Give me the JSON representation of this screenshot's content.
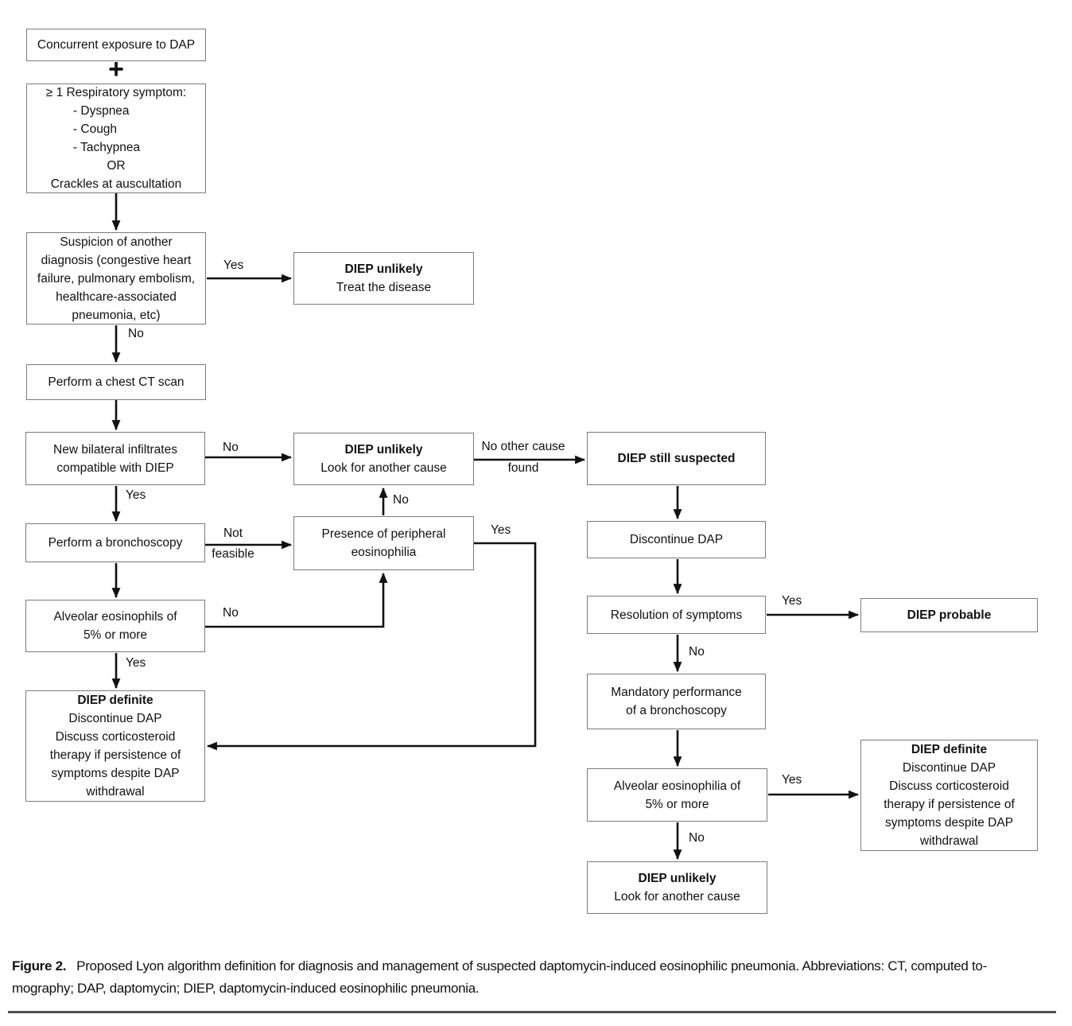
{
  "figure": {
    "label": "Figure 2.",
    "caption_line1": "Proposed Lyon algorithm definition for diagnosis and management of suspected daptomycin-induced eosinophilic pneumonia. Abbreviations: CT, computed to-",
    "caption_line2": "mography; DAP, daptomycin; DIEP, daptomycin-induced eosinophilic pneumonia."
  },
  "plus_sign": "+",
  "nodes": {
    "exposure": {
      "line1": "Concurrent exposure to DAP"
    },
    "respiratory": {
      "header": "≥ 1 Respiratory symptom:",
      "bullet1": "- Dyspnea",
      "bullet2": "- Cough",
      "bullet3": "- Tachypnea",
      "or": "OR",
      "footer": "Crackles at auscultation"
    },
    "suspicion": {
      "line1": "Suspicion of another",
      "line2": "diagnosis (congestive heart",
      "line3": "failure, pulmonary embolism,",
      "line4": "healthcare-associated",
      "line5": "pneumonia, etc)"
    },
    "diep_unlikely_treat": {
      "title": "DIEP unlikely",
      "line1": "Treat the disease"
    },
    "ct_scan": {
      "line1": "Perform a chest CT scan"
    },
    "infiltrates": {
      "line1": "New bilateral infiltrates",
      "line2": "compatible with DIEP"
    },
    "diep_unlikely_look": {
      "title": "DIEP unlikely",
      "line1": "Look for another cause"
    },
    "diep_still_suspected": {
      "title": "DIEP still suspected"
    },
    "bronchoscopy": {
      "line1": "Perform a bronchoscopy"
    },
    "peripheral_eosinophilia": {
      "line1": "Presence of peripheral",
      "line2": "eosinophilia"
    },
    "discontinue_dap": {
      "line1": "Discontinue DAP"
    },
    "alveolar_left": {
      "line1": "Alveolar eosinophils of",
      "line2": "5% or more"
    },
    "resolution": {
      "line1": "Resolution of symptoms"
    },
    "diep_probable": {
      "title": "DIEP probable"
    },
    "diep_definite_left": {
      "title": "DIEP definite",
      "line1": "Discontinue DAP",
      "line2": "Discuss corticosteroid",
      "line3": "therapy if persistence of",
      "line4": "symptoms despite DAP",
      "line5": "withdrawal"
    },
    "mandatory_bronchoscopy": {
      "line1": "Mandatory performance",
      "line2": "of a bronchoscopy"
    },
    "alveolar_right": {
      "line1": "Alveolar eosinophilia of",
      "line2": "5% or more"
    },
    "diep_definite_right": {
      "title": "DIEP definite",
      "line1": "Discontinue DAP",
      "line2": "Discuss corticosteroid",
      "line3": "therapy if persistence of",
      "line4": "symptoms despite DAP",
      "line5": "withdrawal"
    },
    "diep_unlikely_bottom": {
      "title": "DIEP unlikely",
      "line1": "Look for another cause"
    }
  },
  "edge_labels": {
    "suspicion_yes": "Yes",
    "suspicion_no": "No",
    "infiltrates_no": "No",
    "infiltrates_yes": "Yes",
    "no_other_cause_line1": "No other cause",
    "no_other_cause_line2": "found",
    "not_feasible_line1": "Not",
    "not_feasible_line2": "feasible",
    "peripheral_no": "No",
    "peripheral_yes": "Yes",
    "alveolar_left_no": "No",
    "alveolar_left_yes": "Yes",
    "resolution_yes": "Yes",
    "resolution_no": "No",
    "alveolar_right_yes": "Yes",
    "alveolar_right_no": "No"
  },
  "colors": {
    "box_border": "#7b7b7b",
    "line": "#111111",
    "text": "#111111",
    "background": "#ffffff",
    "rule": "#515151"
  }
}
